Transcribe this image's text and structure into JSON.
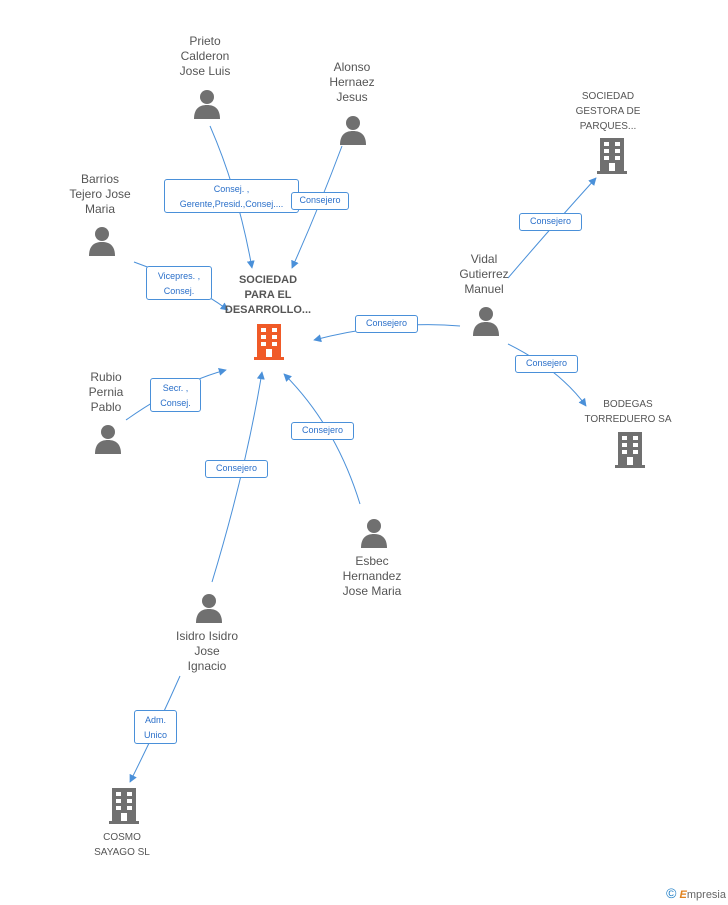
{
  "colors": {
    "edge": "#4a90d9",
    "label_text": "#2a6fc9",
    "person": "#707070",
    "company": "#707070",
    "main_company": "#f05a28"
  },
  "center": {
    "name": "SOCIEDAD\nPARA EL\nDESARROLLO..."
  },
  "people": [
    {
      "id": "prieto",
      "name": "Prieto\nCalderon\nJose Luis"
    },
    {
      "id": "alonso",
      "name": "Alonso\nHernaez\nJesus"
    },
    {
      "id": "barrios",
      "name": "Barrios\nTejero Jose\nMaria"
    },
    {
      "id": "vidal",
      "name": "Vidal\nGutierrez\nManuel"
    },
    {
      "id": "rubio",
      "name": "Rubio\nPernia\nPablo"
    },
    {
      "id": "esbec",
      "name": "Esbec\nHernandez\nJose Maria"
    },
    {
      "id": "isidro",
      "name": "Isidro Isidro\nJose\nIgnacio"
    }
  ],
  "companies": [
    {
      "id": "gestora",
      "name": "SOCIEDAD\nGESTORA DE\nPARQUES..."
    },
    {
      "id": "bodegas",
      "name": "BODEGAS\nTORREDUERO SA"
    },
    {
      "id": "cosmo",
      "name": "COSMO\nSAYAGO SL"
    }
  ],
  "edges": [
    {
      "id": "e-prieto",
      "label": "Consej. ,\nGerente,Presid.,Consej...."
    },
    {
      "id": "e-alonso",
      "label": "Consejero"
    },
    {
      "id": "e-barrios",
      "label": "Vicepres. ,\nConsej."
    },
    {
      "id": "e-vidal-center",
      "label": "Consejero"
    },
    {
      "id": "e-vidal-gestora",
      "label": "Consejero"
    },
    {
      "id": "e-vidal-bodegas",
      "label": "Consejero"
    },
    {
      "id": "e-rubio",
      "label": "Secr. ,\nConsej."
    },
    {
      "id": "e-esbec",
      "label": "Consejero"
    },
    {
      "id": "e-isidro",
      "label": "Consejero"
    },
    {
      "id": "e-isidro-cosmo",
      "label": "Adm.\nUnico"
    }
  ],
  "brand": {
    "copyright": "©",
    "name_first": "E",
    "name_rest": "mpresia"
  }
}
